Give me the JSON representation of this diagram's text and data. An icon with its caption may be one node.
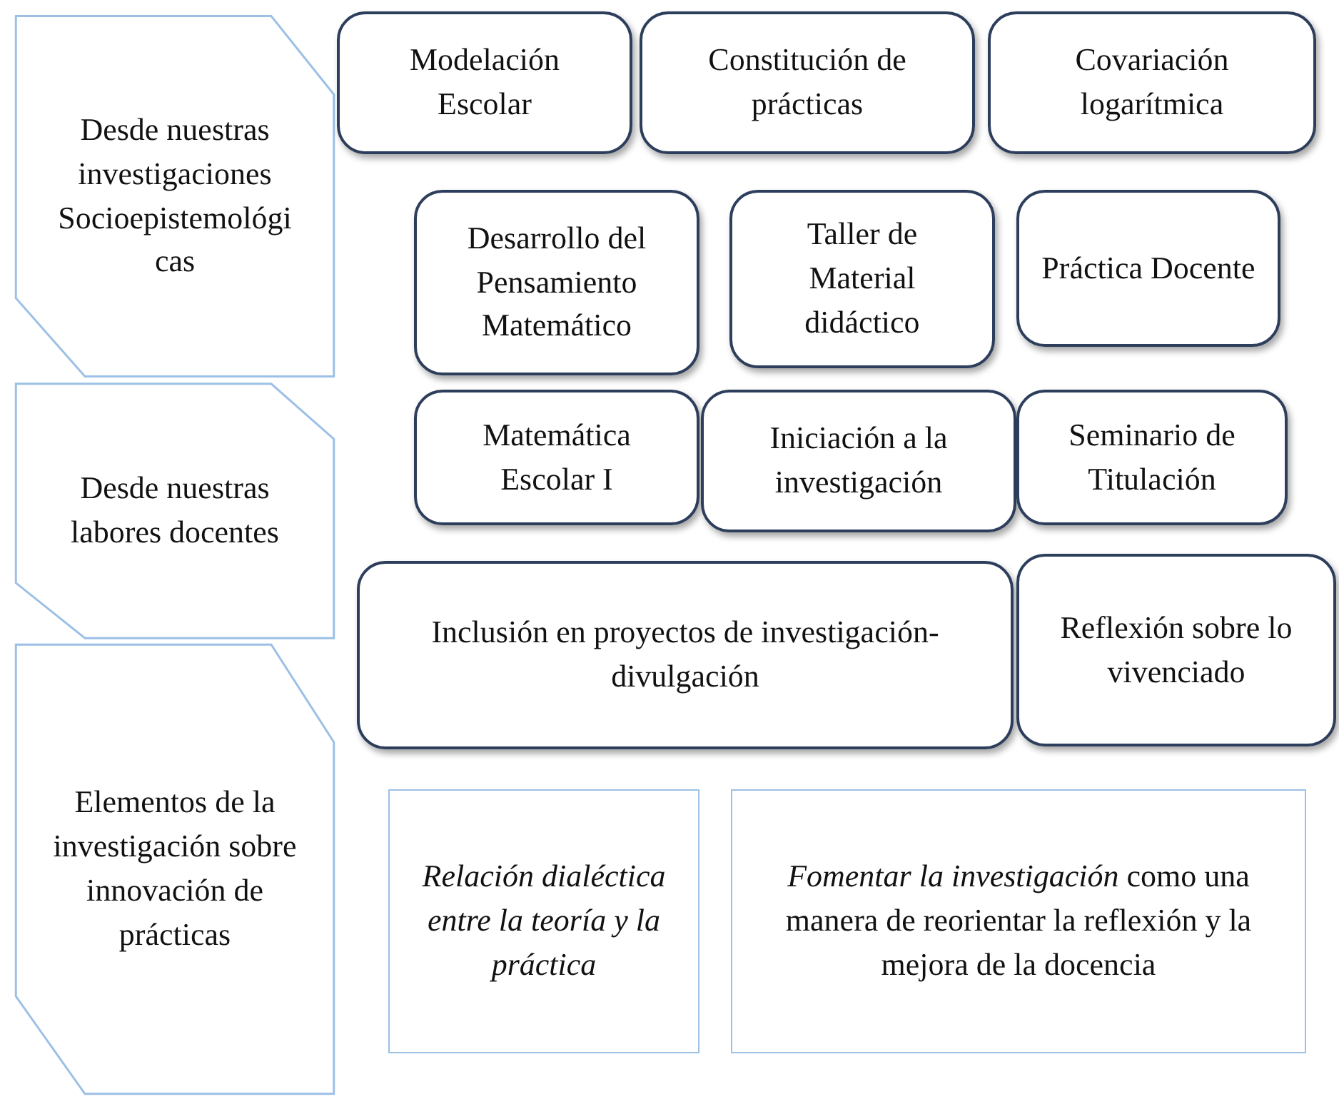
{
  "diagram": {
    "nodes": [
      {
        "text": [
          "Desde nuestras investigaciones Socioepistemológicas"
        ]
      },
      {
        "text": [
          "Desde nuestras labores docentes"
        ]
      },
      {
        "text": [
          "Elementos de la investigación sobre innovación de prácticas"
        ]
      },
      {
        "text": [
          "Modelación Escolar"
        ]
      },
      {
        "text": [
          "Constitución de prácticas"
        ]
      },
      {
        "text": [
          "Covariación logarítmica"
        ]
      },
      {
        "text": [
          "Desarrollo del Pensamiento Matemático"
        ]
      },
      {
        "text": [
          "Taller de Material didáctico"
        ]
      },
      {
        "text": [
          "Práctica Docente"
        ]
      },
      {
        "text": [
          "Matemática Escolar I"
        ]
      },
      {
        "text": [
          "Iniciación a la investigación"
        ]
      },
      {
        "text": [
          "Seminario de Titulación"
        ]
      },
      {
        "text": [
          "Inclusión en proyectos de investigación-divulgación"
        ]
      },
      {
        "text": [
          "Reflexión sobre lo vivenciado"
        ]
      },
      {
        "text": [
          "Relación dialéctica entre la teoría y la práctica"
        ]
      },
      {
        "text": [
          "*Fomentar la investigación* como una manera de reorientar la reflexión y la mejora de la docencia"
        ]
      }
    ]
  }
}
